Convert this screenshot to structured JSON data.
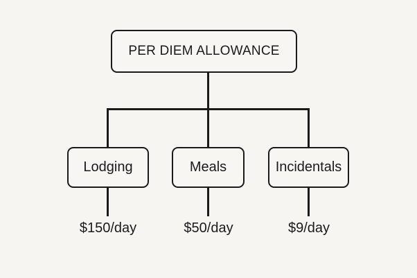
{
  "diagram": {
    "type": "tree",
    "root": {
      "label": "PER DIEM ALLOWANCE"
    },
    "children": [
      {
        "label": "Lodging",
        "amount": "$150/day"
      },
      {
        "label": "Meals",
        "amount": "$50/day"
      },
      {
        "label": "Incidentals",
        "amount": "$9/day"
      }
    ],
    "colors": {
      "background": "#f6f5f1",
      "stroke": "#1a1a1a",
      "text": "#1a1a1a"
    }
  }
}
